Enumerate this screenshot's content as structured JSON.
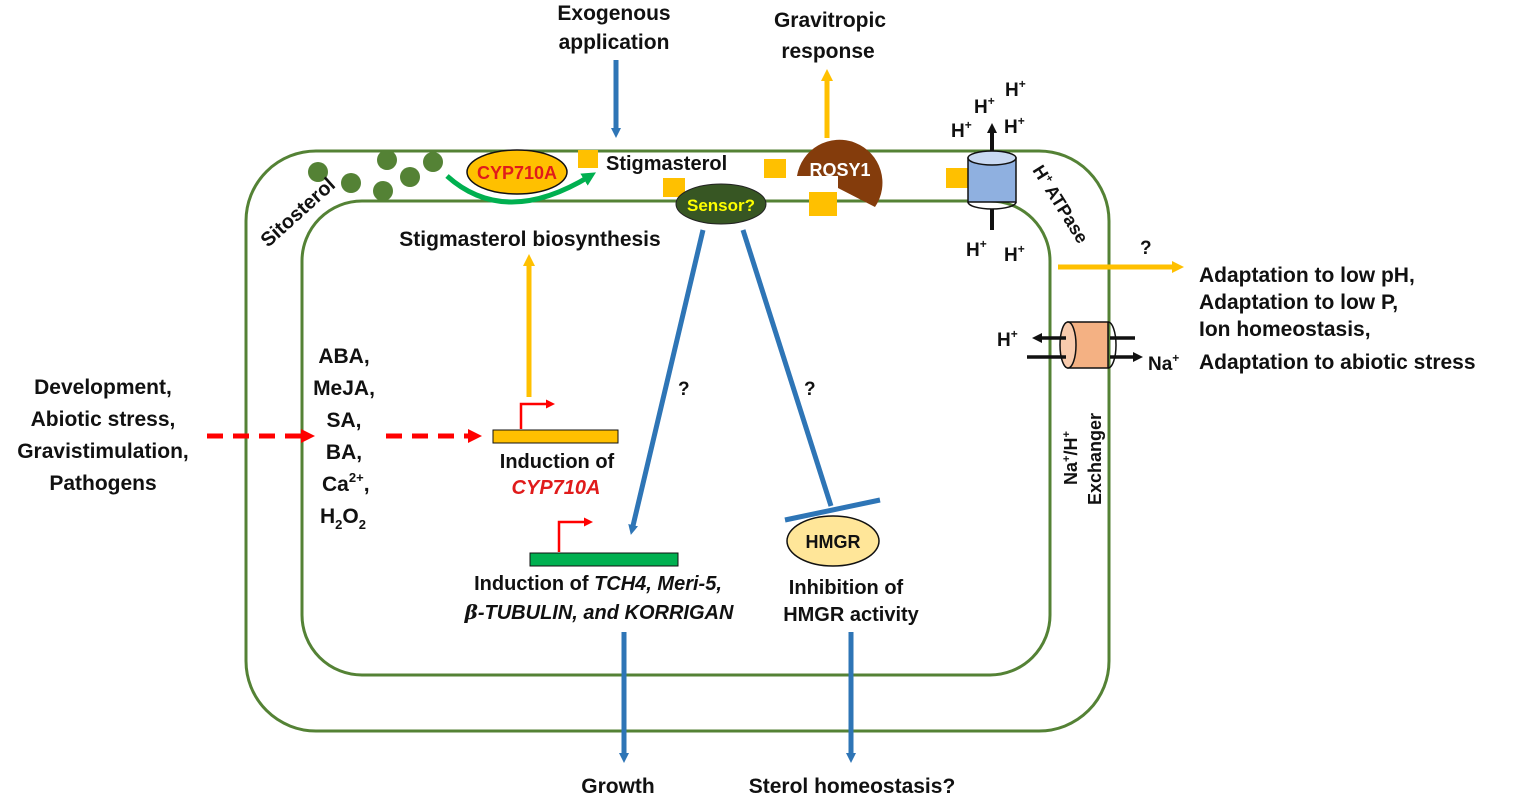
{
  "colors": {
    "membrane": "#548235",
    "blue_arrow": "#2e75b6",
    "yellow_arrow": "#ffc000",
    "red_arrow": "#ff0000",
    "cyp_fill": "#ffc000",
    "cyp_text": "#e01b1b",
    "sitosterol_dots": "#548235",
    "sensor_fill": "#375623",
    "sensor_text": "#ffff00",
    "rosy_fill": "#843c0c",
    "hmgr_fill": "#ffe699",
    "atpase_fill": "#8fb0e0",
    "exchanger_fill": "#f4b183",
    "gene_green": "#00b050"
  },
  "labels": {
    "exogenous_1": "Exogenous",
    "exogenous_2": "application",
    "gravitropic_1": "Gravitropic",
    "gravitropic_2": "response",
    "cyp710a": "CYP710A",
    "stigmasterol": "Stigmasterol",
    "rosy1": "ROSY1",
    "sensor": "Sensor?",
    "sitosterol": "Sitosterol",
    "biosynthesis": "Stigmasterol biosynthesis",
    "h_plus": "H",
    "plus_sup": "+",
    "atpase": "ATPase",
    "question": "?",
    "adaptation": [
      "Adaptation to low pH,",
      "Adaptation to low P,",
      "Ion homeostasis,",
      "Adaptation to abiotic stress"
    ],
    "na": "Na",
    "exchanger_1": "Na",
    "exchanger_slash": "/H",
    "exchanger_2": "Exchanger",
    "stimuli": [
      "Development,",
      "Abiotic stress,",
      "Gravistimulation,",
      "Pathogens"
    ],
    "hormones": [
      "ABA,",
      "MeJA,",
      "SA,",
      "BA,"
    ],
    "ca": "Ca",
    "ca_sup": "2+",
    "comma": ",",
    "h2o2_h": "H",
    "h2o2_2": "2",
    "h2o2_o": "O",
    "induction_of": "Induction of",
    "induction_cyp": "CYP710A",
    "induction_genes_prefix": "Induction of ",
    "induction_genes_italic": "TCH4, Meri-5,",
    "beta": "β",
    "induction_genes_line2": "-TUBULIN, and KORRIGAN",
    "hmgr": "HMGR",
    "inhibition_1": "Inhibition of",
    "inhibition_2": "HMGR activity",
    "growth": "Growth",
    "sterol_homeostasis": "Sterol homeostasis?"
  }
}
